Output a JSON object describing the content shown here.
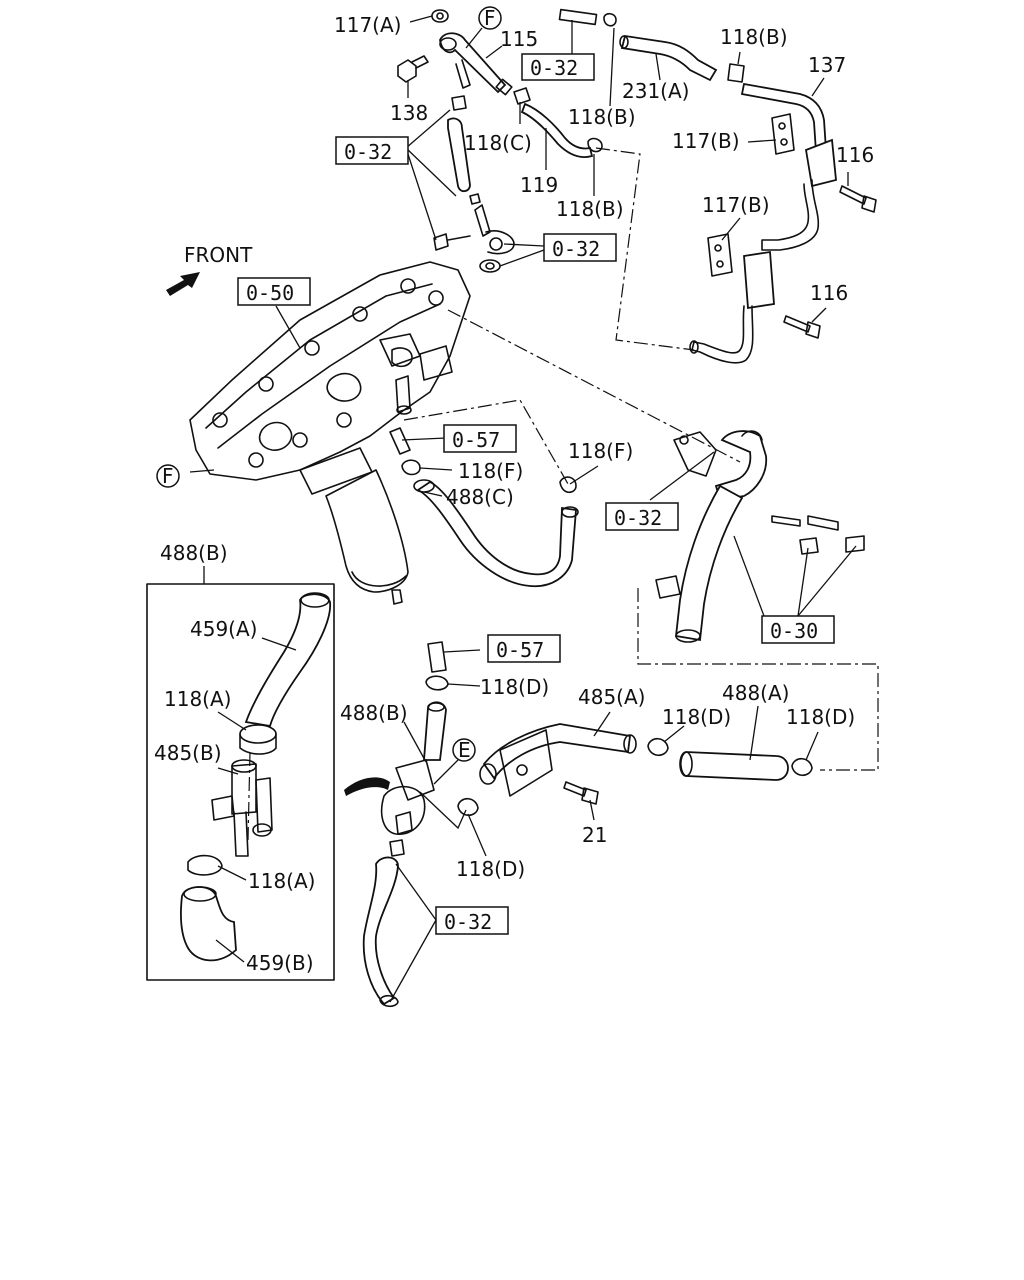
{
  "front_label": "FRONT",
  "callouts": {
    "c117A": "117(A)",
    "c115": "115",
    "c138": "138",
    "c118B_1": "118(B)",
    "c137": "137",
    "c231A": "231(A)",
    "c118B_2": "118(B)",
    "c118C": "118(C)",
    "c117B_1": "117(B)",
    "c116_1": "116",
    "c119": "119",
    "c118B_3": "118(B)",
    "c117B_2": "117(B)",
    "c116_2": "116",
    "c118F_1": "118(F)",
    "c118F_2": "118(F)",
    "c488C": "488(C)",
    "c488B_title": "488(B)",
    "c459A": "459(A)",
    "c118A_1": "118(A)",
    "c485B": "485(B)",
    "c118A_2": "118(A)",
    "c459B": "459(B)",
    "c118D_1": "118(D)",
    "c488B_2": "488(B)",
    "c485A": "485(A)",
    "c488A": "488(A)",
    "c118D_2": "118(D)",
    "c118D_3": "118(D)",
    "c21": "21",
    "c118D_4": "118(D)"
  },
  "refs": {
    "r032_a": "0-32",
    "r032_b": "0-32",
    "r032_c": "0-32",
    "r050": "0-50",
    "r057_a": "0-57",
    "r032_d": "0-32",
    "r030": "0-30",
    "r057_b": "0-57",
    "r032_e": "0-32"
  },
  "circle_marks": {
    "f_top": "F",
    "f_left": "F",
    "e_mark": "E"
  }
}
